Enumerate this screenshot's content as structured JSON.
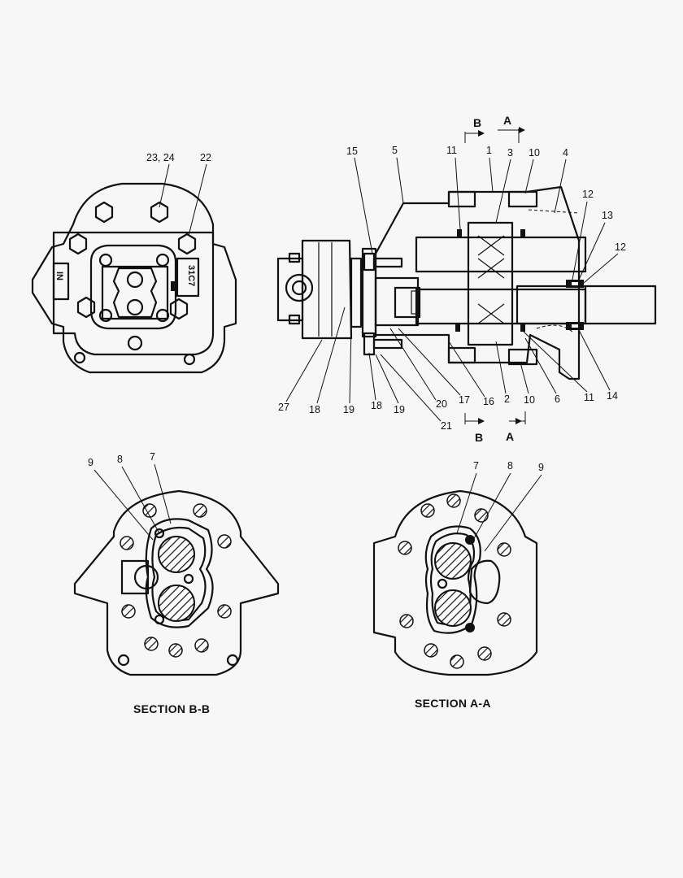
{
  "diagram": {
    "callouts": {
      "top_view": [
        "23, 24",
        "22"
      ],
      "side_view_top": [
        "15",
        "5",
        "11",
        "1",
        "3",
        "10",
        "4",
        "12",
        "13",
        "12"
      ],
      "side_view_bottom": [
        "27",
        "18",
        "19",
        "18",
        "19",
        "20",
        "21",
        "17",
        "16",
        "2",
        "10",
        "6",
        "11",
        "14"
      ],
      "section_b": [
        "9",
        "8",
        "7"
      ],
      "section_a": [
        "7",
        "8",
        "9"
      ]
    },
    "section_markers": {
      "b_top": "B",
      "a_top": "A",
      "b_bottom": "B",
      "a_bottom": "A"
    },
    "section_titles": {
      "b": "SECTION  B-B",
      "a": "SECTION  A-A"
    },
    "port_stamp": "IN",
    "plate_stamp": "31C7"
  }
}
